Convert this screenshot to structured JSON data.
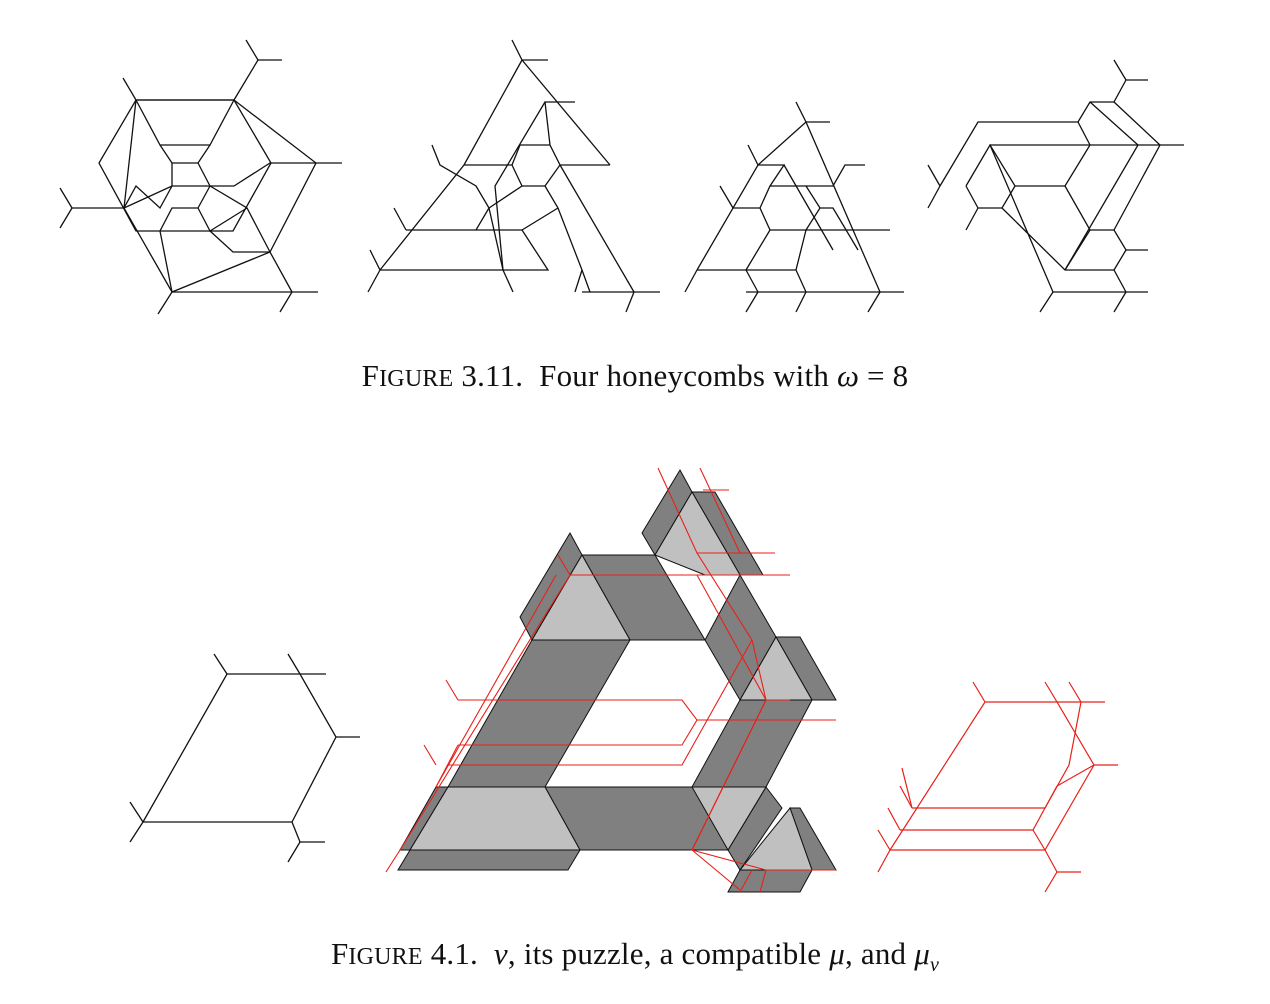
{
  "figure_311": {
    "label_first": "F",
    "label_rest": "IGURE",
    "number": "3.11.",
    "text": "Four honeycombs with",
    "math_symbol": "ω",
    "math_eq": "= 8"
  },
  "figure_41": {
    "label_first": "F",
    "label_rest": "IGURE",
    "number": "4.1.",
    "nu": "ν",
    "text_a": ", its puzzle, a compatible",
    "mu": "μ",
    "text_b": ", and",
    "mu_nu_base": "μ",
    "mu_nu_sub": "ν"
  },
  "colors": {
    "ink": "#111111",
    "red": "#e8201a",
    "dark_gray": "#808080",
    "light_gray": "#c0c0c0"
  }
}
